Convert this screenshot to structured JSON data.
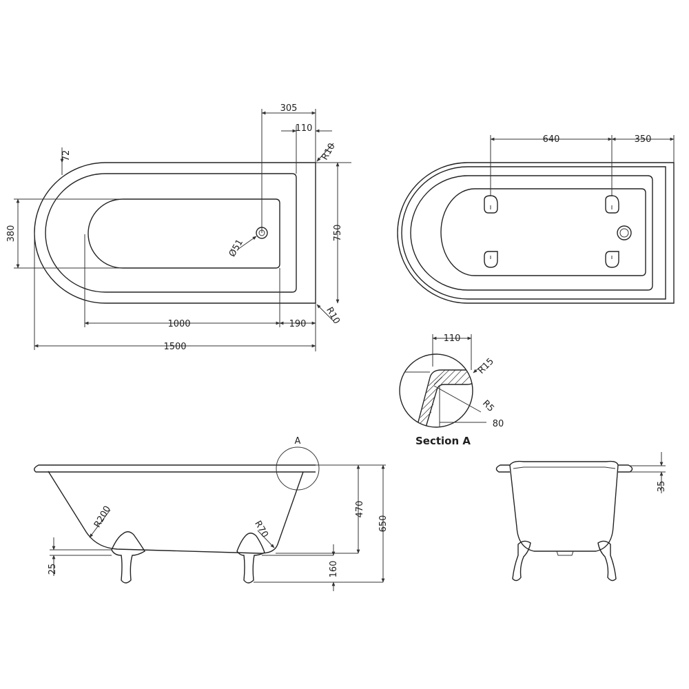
{
  "top_view": {
    "dim_305": "305",
    "dim_110": "110",
    "dim_72": "72",
    "dim_r10_top": "R10",
    "dim_380": "380",
    "dim_750": "750",
    "dim_d51": "Ø51",
    "dim_1000": "1000",
    "dim_190": "190",
    "dim_r10_bottom": "R10",
    "dim_1500": "1500"
  },
  "bottom_view": {
    "dim_640": "640",
    "dim_350": "350"
  },
  "section_a": {
    "title": "Section A",
    "dim_110": "110",
    "dim_r15": "R15",
    "dim_r5": "R5",
    "dim_80": "80"
  },
  "side_view": {
    "label_a": "A",
    "dim_r200": "R200",
    "dim_r70": "R70",
    "dim_470": "470",
    "dim_650": "650",
    "dim_25": "25",
    "dim_160": "160"
  },
  "end_view": {
    "dim_35": "35"
  }
}
